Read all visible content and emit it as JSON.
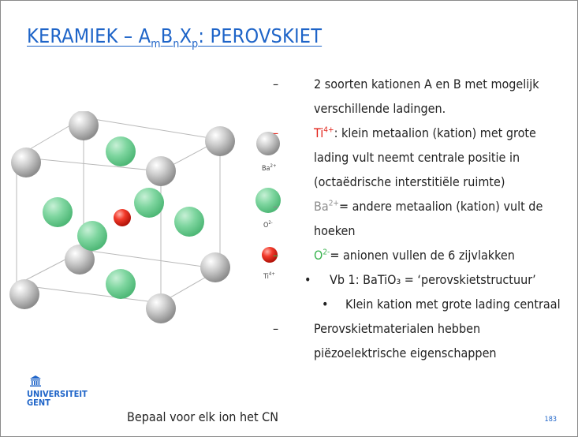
{
  "title": {
    "main": "KERAMIEK – A",
    "s1": "m",
    "b": "B",
    "s2": "n",
    "x": "X",
    "s3": "p",
    "rest": ": PEROVSKIET"
  },
  "legend": {
    "ba": {
      "base": "Ba",
      "sup": "2+"
    },
    "o": {
      "base": "O",
      "sup": "2-"
    },
    "ti": {
      "base": "Ti",
      "sup": "4+"
    }
  },
  "bullets": {
    "b1": "2 soorten kationen A en B met mogelijk verschillende ladingen.",
    "b2_ion": "Ti",
    "b2_sup": "4+",
    "b2_text": ": klein metaalion (kation) met grote lading vult neemt centrale positie in (octaëdrische interstitiële ruimte)",
    "b3_ion": "Ba",
    "b3_sup": "2+",
    "b3_text": "= andere metaalion (kation) vult de hoeken",
    "b4_ion": "O",
    "b4_sup": "2-",
    "b4_text": "= anionen vullen de 6 zijvlakken",
    "b5": "Vb 1: BaTiO₃ = ‘perovskietstructuur’",
    "b6": "Klein kation met grote lading centraal",
    "b7": "Perovskietmaterialen hebben piëzoelektrische eigenschappen"
  },
  "logo": {
    "line1": "UNIVERSITEIT",
    "line2": "GENT"
  },
  "bottom_text": "Bepaal voor elk ion het CN",
  "page_number": "183",
  "colors": {
    "accent": "#1e64c8",
    "ti": "#e2231a",
    "ba": "#8c8c8c",
    "o": "#37b24d"
  }
}
